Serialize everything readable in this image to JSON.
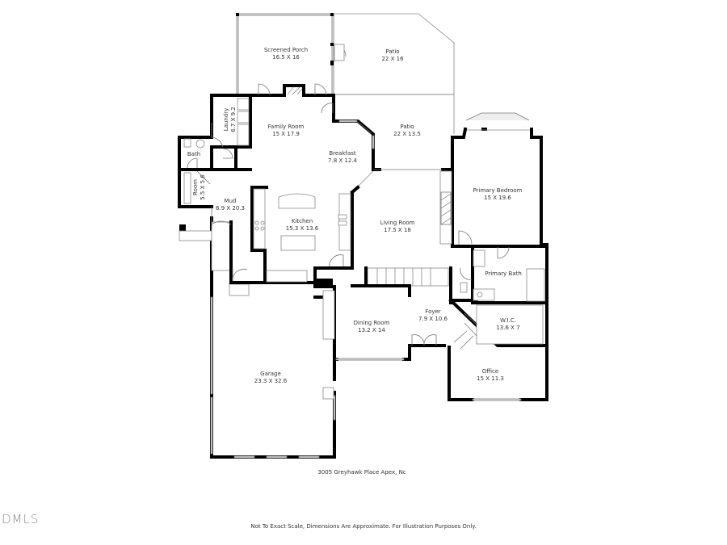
{
  "floorplan": {
    "address": "3005 Greyhawk Place Apex, Nc",
    "disclaimer": "Not To Exact Scale, Dimensions Are Approximate. For Illustration Purposes Only.",
    "logo": "DMLS",
    "rooms": [
      {
        "name": "Screened Porch",
        "dims": "16.5 X 16"
      },
      {
        "name": "Patio",
        "dims": "22 X 16"
      },
      {
        "name": "Laundry",
        "dims": "6.7 X 9.2"
      },
      {
        "name": "Family Room",
        "dims": "15 X 17.9"
      },
      {
        "name": "Patio",
        "dims": "22 X 13.5"
      },
      {
        "name": "Bath",
        "dims": ""
      },
      {
        "name": "Breakfast",
        "dims": "7.8 X 12.4"
      },
      {
        "name": "Room",
        "dims": "5.5 X 5.6"
      },
      {
        "name": "Primary Bedroom",
        "dims": "15 X 19.6"
      },
      {
        "name": "Mud",
        "dims": "6.9 X 20.3"
      },
      {
        "name": "Kitchen",
        "dims": "15.3 X 13.6"
      },
      {
        "name": "Living Room",
        "dims": "17.5 X 18"
      },
      {
        "name": "Primary Bath",
        "dims": ""
      },
      {
        "name": "Foyer",
        "dims": "7.9 X 10.6"
      },
      {
        "name": "Dining Room",
        "dims": "13.2 X 14"
      },
      {
        "name": "W.I.C.",
        "dims": "13.6 X 7"
      },
      {
        "name": "Garage",
        "dims": "23.3 X 32.6"
      },
      {
        "name": "Office",
        "dims": "15 X 11.3"
      }
    ]
  }
}
